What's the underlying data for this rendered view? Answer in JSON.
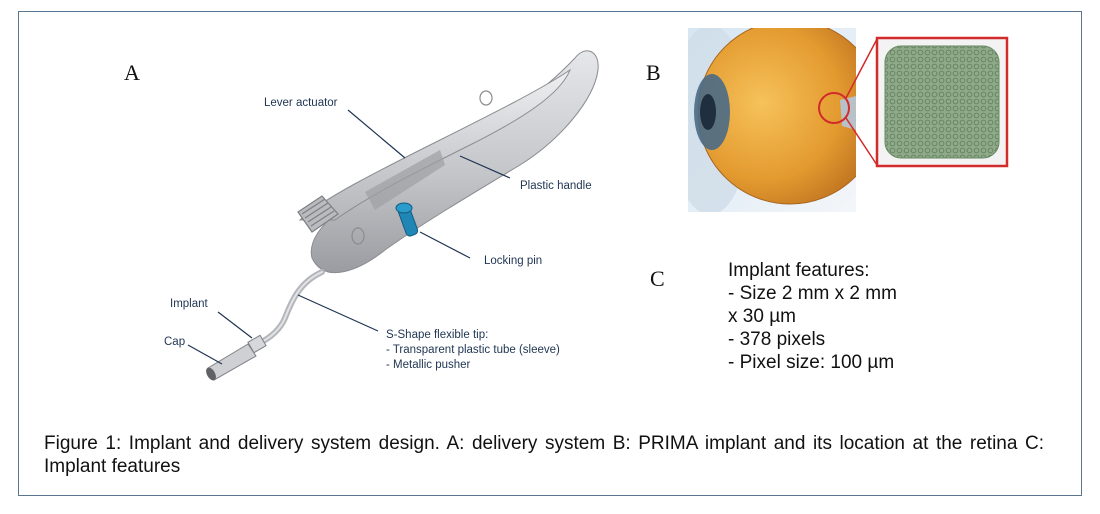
{
  "panels": {
    "a": "A",
    "b": "B",
    "c": "C"
  },
  "device_labels": {
    "lever_actuator": "Lever actuator",
    "plastic_handle": "Plastic handle",
    "locking_pin": "Locking pin",
    "implant": "Implant",
    "cap": "Cap",
    "tip_title": "S-Shape flexible tip:",
    "tip_line1": "- Transparent plastic tube (sleeve)",
    "tip_line2": "- Metallic pusher"
  },
  "features": {
    "title": "Implant features:",
    "items": [
      "- Size 2 mm x 2 mm",
      "x 30 µm",
      "- 378 pixels",
      "- Pixel size: 100 µm"
    ]
  },
  "caption": "Figure 1: Implant and delivery system design. A: delivery system B: PRIMA implant and its location at the retina C: Implant features",
  "colors": {
    "frame": "#5a7590",
    "callout_line": "#1f3552",
    "handle": "#c9cbcf",
    "locking_pin": "#1f86b5",
    "iris": "#e9a43a",
    "zoom_border": "#d22b2b",
    "implant_chip": "#8faa88"
  }
}
